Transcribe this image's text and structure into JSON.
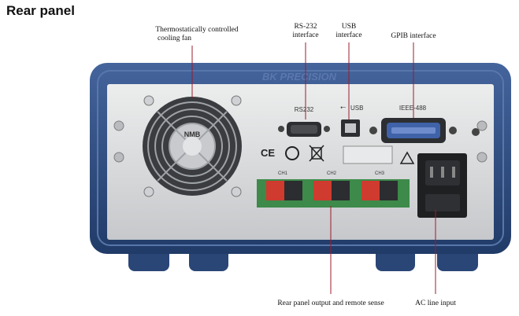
{
  "page": {
    "title": "Rear panel"
  },
  "callouts": {
    "fan_line1": "Thermostatically controlled",
    "fan_line2": "cooling fan",
    "rs232_line1": "RS-232",
    "rs232_line2": "interface",
    "usb_line1": "USB",
    "usb_line2": "interface",
    "gpib": "GPIB interface",
    "output": "Rear panel output and remote sense",
    "ac": "AC line input"
  },
  "panel_labels": {
    "brand": "BK PRECISION",
    "rs232": "RS232",
    "usb": "USB",
    "ieee": "IEEE-488",
    "ce": "CE",
    "ch1": "CH1",
    "ch2": "CH2",
    "ch3": "CH3",
    "fan_logo": "NMB"
  },
  "colors": {
    "chassis_blue": "#2f4f86",
    "panel_silver": "#d9dadc",
    "terminal_green": "#3d8a4a",
    "terminal_red": "#cf3b2e",
    "callout_line": "#9b1c2c"
  }
}
